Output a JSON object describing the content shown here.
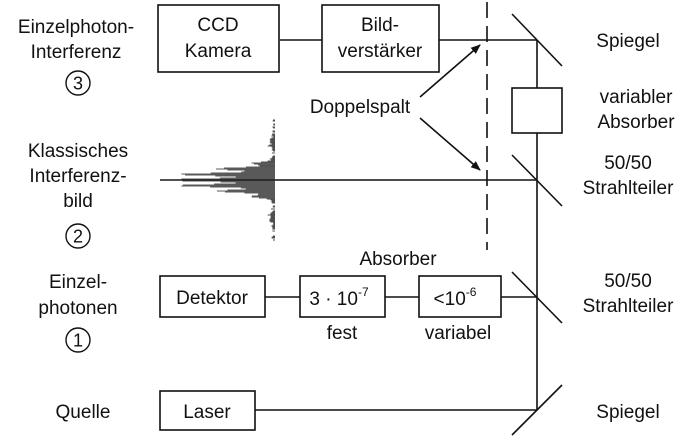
{
  "left_labels": {
    "einzel_interferenz_line1": "Einzelphoton-",
    "einzel_interferenz_line2": "Interferenz",
    "einzel_interferenz_num": "3",
    "klassisch_line1": "Klassisches",
    "klassisch_line2": "Interferenz-",
    "klassisch_line3": "bild",
    "klassisch_num": "2",
    "einzelphotonen_line1": "Einzel-",
    "einzelphotonen_line2": "photonen",
    "einzelphotonen_num": "1",
    "quelle": "Quelle"
  },
  "boxes": {
    "ccd_line1": "CCD",
    "ccd_line2": "Kamera",
    "bild_line1": "Bild-",
    "bild_line2": "verstärker",
    "detektor": "Detektor",
    "fixed_absorber": {
      "base": "3 · 10",
      "exp": "-7"
    },
    "var_absorber": {
      "base": "<10",
      "exp": "-6"
    },
    "laser": "Laser",
    "variable_absorber_right": {
      "line1": "variabler",
      "line2": "Absorber"
    }
  },
  "annotations": {
    "doppelspalt": "Doppelspalt",
    "absorber": "Absorber",
    "fest": "fest",
    "variabel": "variabel"
  },
  "right_labels": {
    "spiegel_top": "Spiegel",
    "strahlteiler_mid_line1": "50/50",
    "strahlteiler_mid_line2": "Strahlteiler",
    "strahlteiler_low_line1": "50/50",
    "strahlteiler_low_line2": "Strahlteiler",
    "spiegel_bottom": "Spiegel"
  }
}
